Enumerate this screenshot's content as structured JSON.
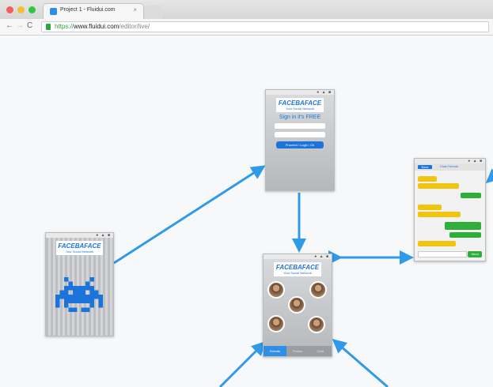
{
  "browser": {
    "tab_title": "Project 1 - Fluidui.com",
    "tab_close": "×",
    "nav_back": "←",
    "nav_forward": "→",
    "nav_reload": "C",
    "url_scheme": "https://",
    "url_host": "www.fluidui.com",
    "url_path": "/editor/live/"
  },
  "screens": {
    "brand_name": "FACEBAFACE",
    "brand_tagline": "Your Social Network",
    "statusbar_icons": "● ▲ ■",
    "signin": {
      "title": "Sign in it's FREE",
      "button_label": "Proceed / Login / Ok"
    },
    "friends": {
      "tabs": [
        "Friends",
        "Photos",
        "Chat"
      ]
    },
    "chat": {
      "back_label": "Back",
      "title": "Chat Friends",
      "send_label": "Send"
    }
  },
  "colors": {
    "arrow": "#2f9be8",
    "brand": "#1b74d9"
  }
}
